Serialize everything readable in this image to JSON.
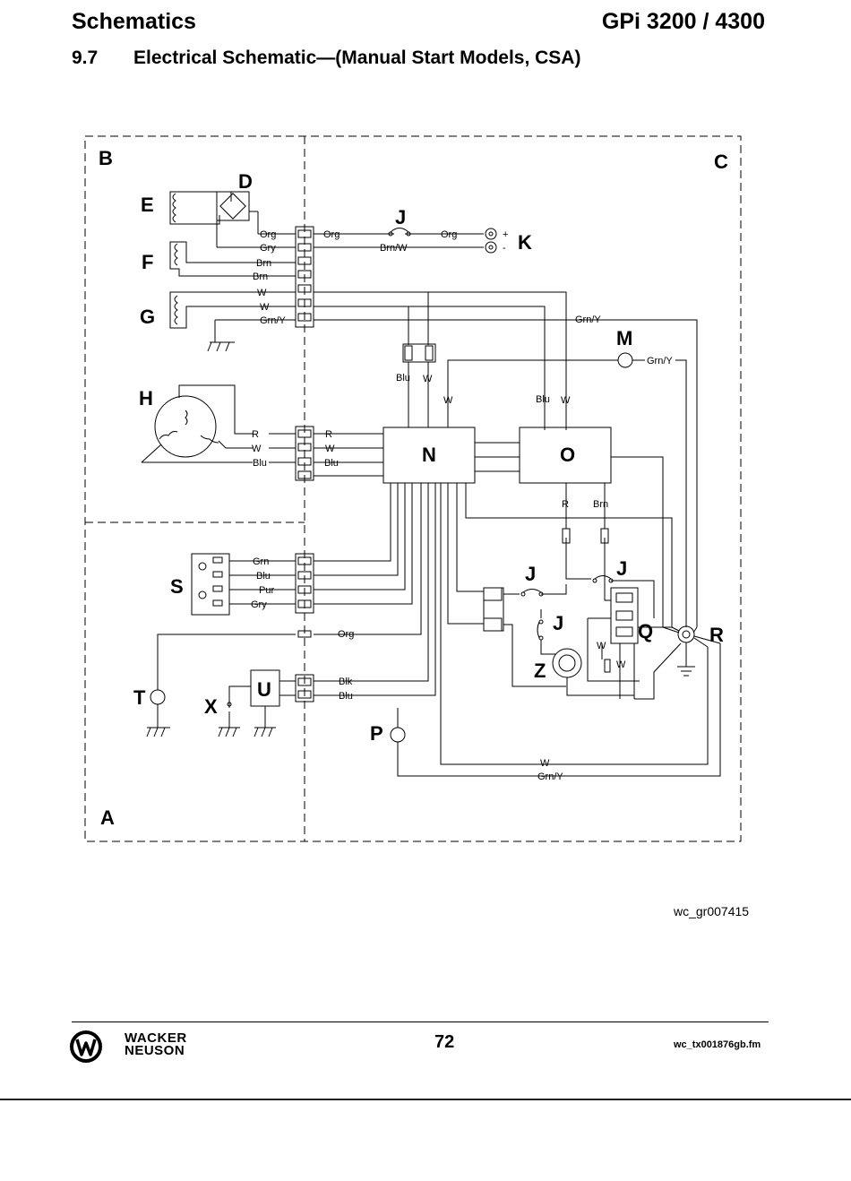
{
  "header": {
    "left_title": "Schematics",
    "right_title": "GPi 3200 / 4300",
    "section_number": "9.7",
    "section_title": "Electrical Schematic—(Manual Start Models, CSA)"
  },
  "diagram": {
    "zones": {
      "a": "A",
      "b": "B",
      "c": "C"
    },
    "components": {
      "d": "D",
      "e": "E",
      "f": "F",
      "g": "G",
      "h": "H",
      "j_top": "J",
      "k": "K",
      "m": "M",
      "n": "N",
      "o": "O",
      "s": "S",
      "t": "T",
      "x": "X",
      "u": "U",
      "p": "P",
      "j1": "J",
      "j2": "J",
      "j3": "J",
      "z": "Z",
      "q": "Q",
      "r": "R"
    },
    "k_plus": "+",
    "k_minus": "-",
    "wires": {
      "org1": "Org",
      "gry1": "Gry",
      "brn1": "Brn",
      "brn2": "Brn",
      "w1": "W",
      "w2": "W",
      "grny1": "Grn/Y",
      "org2": "Org",
      "org3": "Org",
      "brnw": "Brn/W",
      "grny2": "Grn/Y",
      "grny3": "Grn/Y",
      "blu1": "Blu",
      "w3": "W",
      "w4": "W",
      "blu2": "Blu",
      "w5": "W",
      "r1": "R",
      "w6": "W",
      "blu3": "Blu",
      "r2": "R",
      "w7": "W",
      "blu4": "Blu",
      "r3": "R",
      "brn3": "Brn",
      "grn": "Grn",
      "blu5": "Blu",
      "pur": "Pur",
      "gry2": "Gry",
      "org4": "Org",
      "blk": "Blk",
      "blu6": "Blu",
      "w8": "W",
      "w9": "W",
      "w10": "W",
      "grny4": "Grn/Y"
    }
  },
  "figure_id": "wc_gr007415",
  "footer": {
    "brand_line1": "WACKER",
    "brand_line2": "NEUSON",
    "page_number": "72",
    "file_name": "wc_tx001876gb.fm"
  }
}
